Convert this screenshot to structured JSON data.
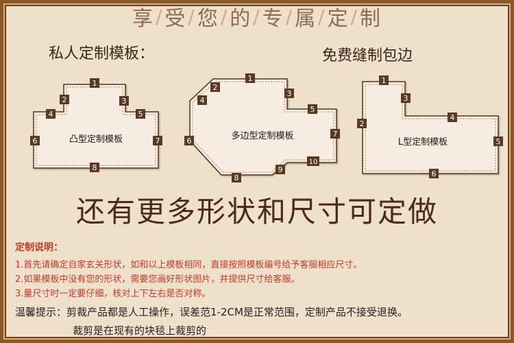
{
  "header": [
    "享",
    "受",
    "您",
    "的",
    "专",
    "属",
    "定",
    "制"
  ],
  "label_private": "私人定制模板：",
  "label_free": "免费缝制包边",
  "templates": [
    {
      "name": "凸型定制模板",
      "nums": [
        "1",
        "2",
        "3",
        "4",
        "5",
        "6",
        "7",
        "8"
      ]
    },
    {
      "name": "多边型定制模板",
      "nums": [
        "1",
        "2",
        "3",
        "4",
        "5",
        "6",
        "7",
        "8",
        "9",
        "10"
      ]
    },
    {
      "name": "L型定制模板",
      "nums": [
        "1",
        "2",
        "3",
        "4",
        "5",
        "6"
      ]
    }
  ],
  "big_text": "还有更多形状和尺寸可定做",
  "notes": {
    "title": "定制说明：",
    "lines": [
      "1.首先请确定自家玄关形状，如和以上模板相同，直接按照模板编号给予客服相应尺寸。",
      "2.如果模板中没有您的形状，需要您画好形状图片，并提供尺寸给客服。",
      "3.量尺寸时一定要仔细，核对上下左右是否对称。"
    ]
  },
  "tip": {
    "label": "温馨提示：",
    "text": "剪裁产品都是人工操作，误差范1-2CM是正常范围，定制产品不接受退换。",
    "text2": "裁剪是在现有的块毯上裁剪的"
  },
  "colors": {
    "bg": "#efe0cc",
    "frame": "#8a5a2a",
    "badge": "#5a3a22",
    "red_text": "#c23a2a"
  }
}
